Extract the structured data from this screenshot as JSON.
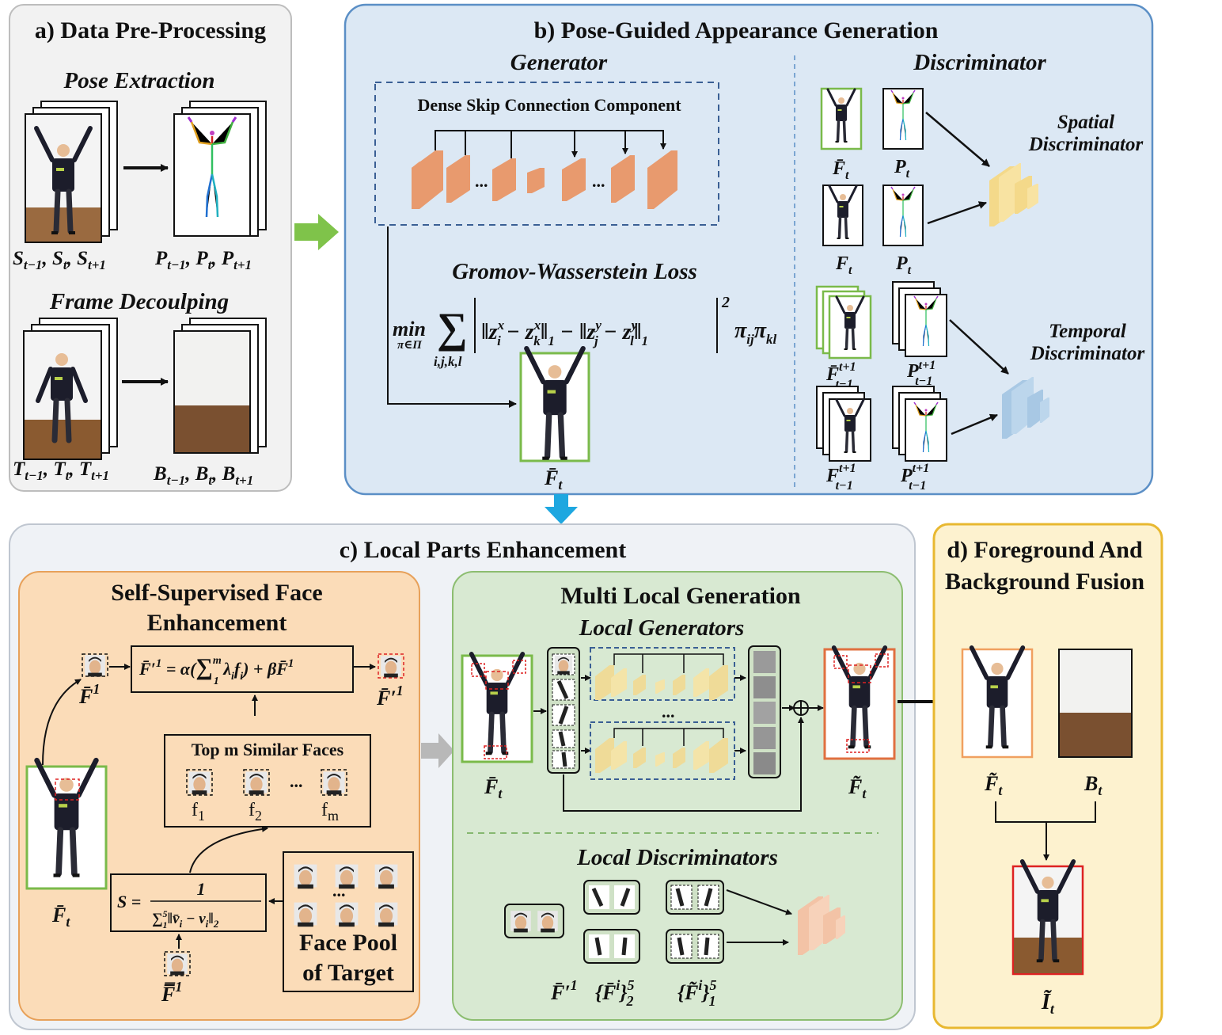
{
  "panels": {
    "a": {
      "title": "a) Data Pre-Processing",
      "pose_extraction": "Pose Extraction",
      "frame_decoupling": "Frame Decoulping",
      "s_label": "S_{t−1}, S_t, S_{t+1}",
      "p_label": "P_{t−1}, P_t, P_{t+1}",
      "t_label": "T_{t−1}, T_t, T_{t+1}",
      "b_label": "B_{t−1}, B_t, B_{t+1}"
    },
    "b": {
      "title": "b) Pose-Guided Appearance Generation",
      "generator": "Generator",
      "discriminator": "Discriminator",
      "dense_skip": "Dense Skip Connection Component",
      "gw_loss": "Gromov-Wasserstein Loss",
      "spatial_line1": "Spatial",
      "spatial_line2": "Discriminator",
      "temporal_line1": "Temporal",
      "temporal_line2": "Discriminator",
      "ellipsis": "...",
      "min": "min",
      "min_sub": "π∈Π",
      "sum_sub": "i,j,k,l",
      "f_bar_t": "F̄_t",
      "p_t": "P_t",
      "f_t": "F_t",
      "f_bar_seq": "F̄^{t+1}_{t−1}",
      "p_seq": "P^{t+1}_{t−1}",
      "f_seq": "F^{t+1}_{t−1}"
    },
    "c": {
      "title": "c) Local Parts Enhancement",
      "face_title_line1": "Self-Supervised Face",
      "face_title_line2": "Enhancement",
      "top_m": "Top m Similar Faces",
      "f1": "f",
      "f2": "f",
      "fm": "f",
      "ellipsis": "...",
      "face_pool_line1": "Face Pool",
      "face_pool_line2": "of  Target",
      "multi_local": "Multi Local Generation",
      "local_generators": "Local Generators",
      "local_discriminators": "Local Discriminators"
    },
    "d": {
      "title_line1": "d) Foreground And",
      "title_line2": "Background Fusion"
    }
  }
}
